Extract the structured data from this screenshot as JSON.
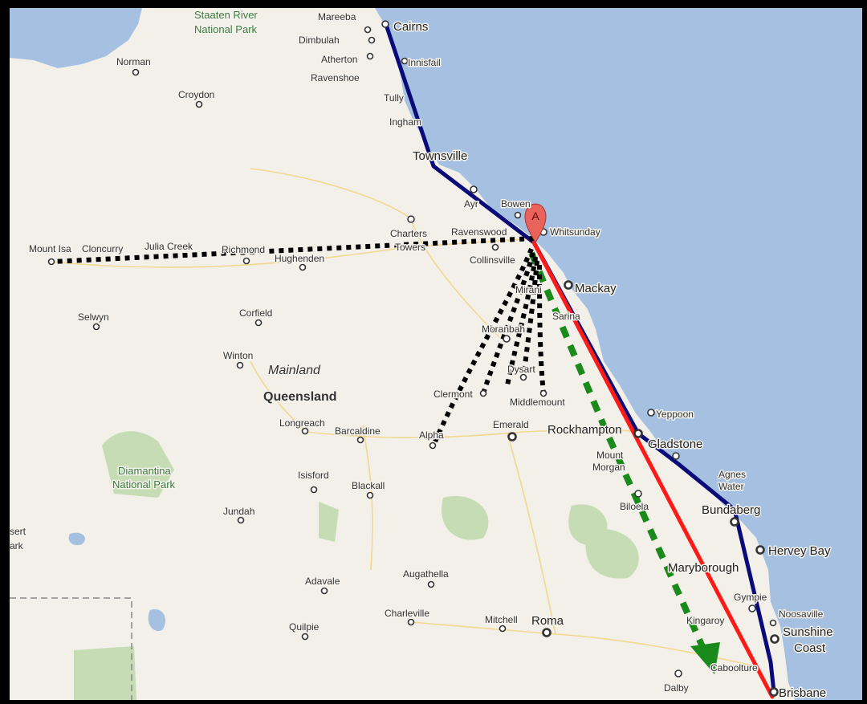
{
  "map": {
    "marker": {
      "label": "A",
      "color": "#e8635a"
    },
    "colors": {
      "sea": "#a5c0e0",
      "land": "#f2f0e9",
      "route_blue": "#0a0a78",
      "route_red": "#ff1a1a",
      "route_green": "#1a8a1a",
      "route_black": "#000000"
    },
    "places": {
      "staaten_river": "Staaten River",
      "staaten_np": "National Park",
      "mareeba": "Mareeba",
      "cairns": "Cairns",
      "dimbulah": "Dimbulah",
      "atherton": "Atherton",
      "innisfail": "Innisfail",
      "ravenshoe": "Ravenshoe",
      "norman": "Norman",
      "croydon": "Croydon",
      "tully": "Tully",
      "ingham": "Ingham",
      "townsville": "Townsville",
      "ayr": "Ayr",
      "bowen": "Bowen",
      "whitsunday": "Whitsunday",
      "charters": "Charters",
      "towers": "Towers",
      "ravenswood": "Ravenswood",
      "collinsville": "Collinsville",
      "mount_isa": "Mount Isa",
      "cloncurry": "Cloncurry",
      "julia_creek": "Julia Creek",
      "richmond": "Richmond",
      "hughenden": "Hughenden",
      "mackay": "Mackay",
      "mirani": "Mirani",
      "sarina": "Sarina",
      "moranbah": "Moranbah",
      "dysart": "Dysart",
      "selwyn": "Selwyn",
      "corfield": "Corfield",
      "winton": "Winton",
      "mainland": "Mainland",
      "queensland": "Queensland",
      "clermont": "Clermont",
      "middlemount": "Middlemount",
      "yeppoon": "Yeppoon",
      "rockhampton": "Rockhampton",
      "gladstone": "Gladstone",
      "emerald": "Emerald",
      "longreach": "Longreach",
      "barcaldine": "Barcaldine",
      "alpha": "Alpha",
      "mount": "Mount",
      "morgan": "Morgan",
      "agnes": "Agnes",
      "water": "Water",
      "diamantina": "Diamantina",
      "diamantina_np": "National Park",
      "isisford": "Isisford",
      "blackall": "Blackall",
      "biloela": "Biloela",
      "bundaberg": "Bundaberg",
      "jundah": "Jundah",
      "desert": "sert",
      "park_cut": "ark",
      "hervey_bay": "Hervey Bay",
      "maryborough": "Maryborough",
      "adavale": "Adavale",
      "augathella": "Augathella",
      "gympie": "Gympie",
      "noosaville": "Noosaville",
      "charleville": "Charleville",
      "mitchell": "Mitchell",
      "roma": "Roma",
      "kingaroy": "Kingaroy",
      "sunshine": "Sunshine",
      "coast": "Coast",
      "quilpie": "Quilpie",
      "caboolture": "Caboolture",
      "dalby": "Dalby",
      "brisbane": "Brisbane"
    }
  }
}
